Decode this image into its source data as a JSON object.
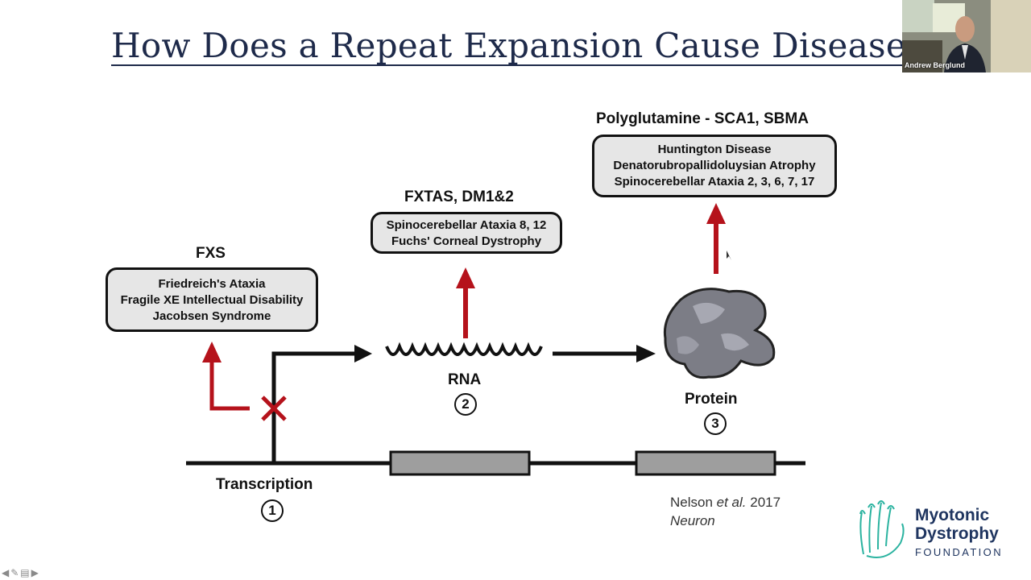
{
  "slide": {
    "title": "How Does a Repeat Expansion Cause Disease"
  },
  "video": {
    "participant_name": "Andrew Berglund"
  },
  "diagram": {
    "fxs_heading": "FXS",
    "fxs_box": [
      "Friedreich's Ataxia",
      "Fragile XE Intellectual Disability",
      "Jacobsen Syndrome"
    ],
    "fxtas_heading": "FXTAS, DM1&2",
    "fxtas_box": [
      "Spinocerebellar Ataxia 8, 12",
      "Fuchs' Corneal Dystrophy"
    ],
    "polyq_heading": "Polyglutamine - SCA1, SBMA",
    "polyq_box": [
      "Huntington Disease",
      "Denatorubropallidoluysian Atrophy",
      "Spinocerebellar Ataxia 2, 3, 6, 7, 17"
    ],
    "rna_label": "RNA",
    "rna_number": "2",
    "protein_label": "Protein",
    "protein_number": "3",
    "transcription_label": "Transcription",
    "transcription_number": "1"
  },
  "citation": {
    "line1_author": "Nelson",
    "line1_etal": "et al.",
    "line1_year": "2017",
    "line2": "Neuron"
  },
  "logo": {
    "line1": "Myotonic",
    "line2": "Dystrophy",
    "line3": "FOUNDATION"
  },
  "nav": {
    "prev_icon": "arrow-left-icon",
    "pen_icon": "pen-icon",
    "menu_icon": "menu-icon",
    "next_icon": "arrow-right-icon"
  },
  "colors": {
    "title": "#1e2a4a",
    "arrow_red": "#b5121b",
    "logo_teal": "#2bb3a0",
    "logo_navy": "#1f3560"
  }
}
